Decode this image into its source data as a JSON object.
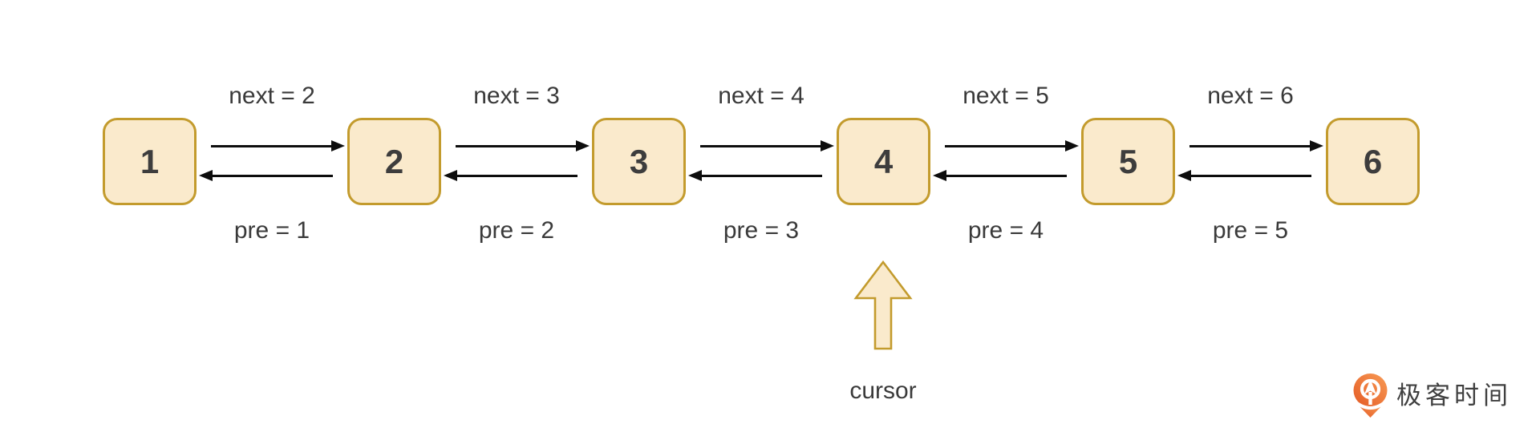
{
  "diagram": {
    "type": "doubly-linked-list",
    "nodes": [
      {
        "value": "1"
      },
      {
        "value": "2"
      },
      {
        "value": "3"
      },
      {
        "value": "4"
      },
      {
        "value": "5"
      },
      {
        "value": "6"
      }
    ],
    "links": [
      {
        "next_label": "next = 2",
        "pre_label": "pre = 1"
      },
      {
        "next_label": "next = 3",
        "pre_label": "pre = 2"
      },
      {
        "next_label": "next = 4",
        "pre_label": "pre = 3"
      },
      {
        "next_label": "next = 5",
        "pre_label": "pre = 4"
      },
      {
        "next_label": "next = 6",
        "pre_label": "pre = 5"
      }
    ],
    "cursor": {
      "label": "cursor",
      "points_to_node": "4"
    }
  },
  "colors": {
    "node_fill": "#FAEACC",
    "node_border": "#C39B2D",
    "arrow": "#0D0D0D",
    "label_text": "#3A3A3A",
    "logo_orange": "#E9632E"
  },
  "logo": {
    "text": "极客时间",
    "icon": "geektime-logo-icon"
  }
}
